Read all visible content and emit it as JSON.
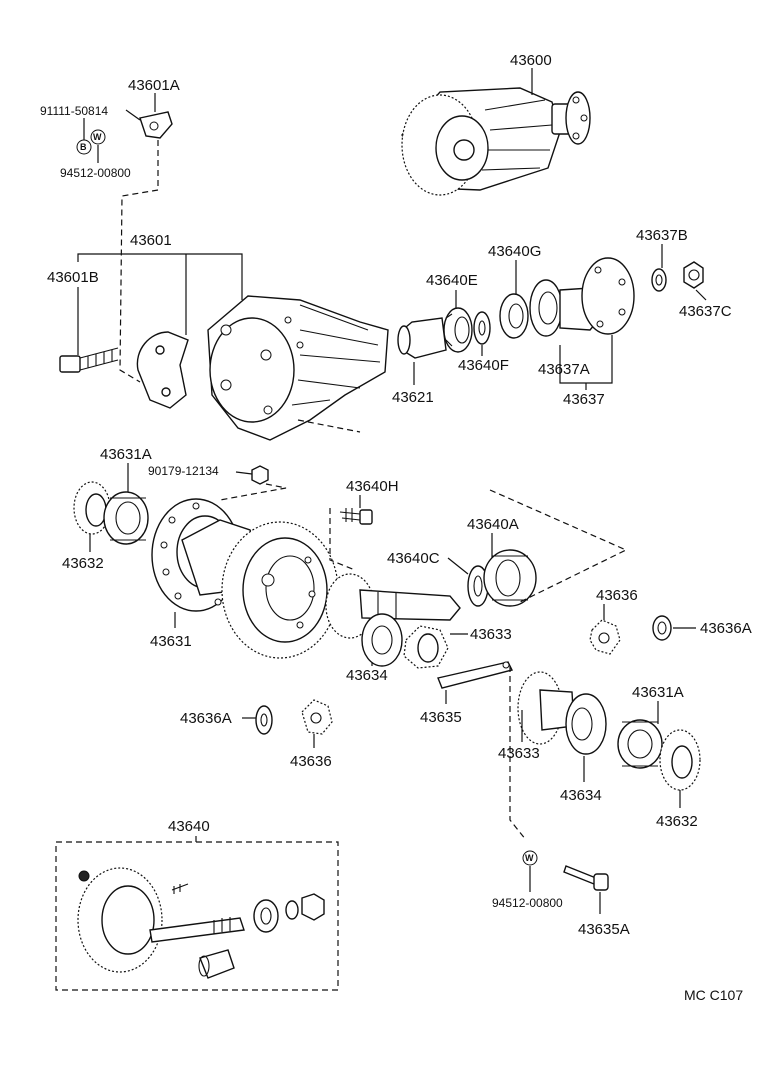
{
  "diagram": {
    "code": "MC  C107",
    "part_labels": {
      "p43600": "43600",
      "p43601A": "43601A",
      "p9111150814": "91111-50814",
      "p9451200800_top": "94512-00800",
      "p43601": "43601",
      "p43601B": "43601B",
      "p43640G": "43640G",
      "p43640E": "43640E",
      "p43637B": "43637B",
      "p43637C": "43637C",
      "p43640F": "43640F",
      "p43637A": "43637A",
      "p43621": "43621",
      "p43637": "43637",
      "p43631A_left": "43631A",
      "p9017912134": "90179-12134",
      "p43640H": "43640H",
      "p43632_left": "43632",
      "p43640A": "43640A",
      "p43640C": "43640C",
      "p43636_right": "43636",
      "p43636A_right": "43636A",
      "p43631": "43631",
      "p43633_top": "43633",
      "p43634_left": "43634",
      "p43631A_right": "43631A",
      "p43636A_left": "43636A",
      "p43635": "43635",
      "p43633_bottom": "43633",
      "p43636_left": "43636",
      "p43634_right": "43634",
      "p43632_right": "43632",
      "p43640": "43640",
      "p9451200800_bottom": "94512-00800",
      "p43635A": "43635A"
    },
    "marks": {
      "bolt_mark": "B",
      "washer_mark": "W"
    }
  }
}
